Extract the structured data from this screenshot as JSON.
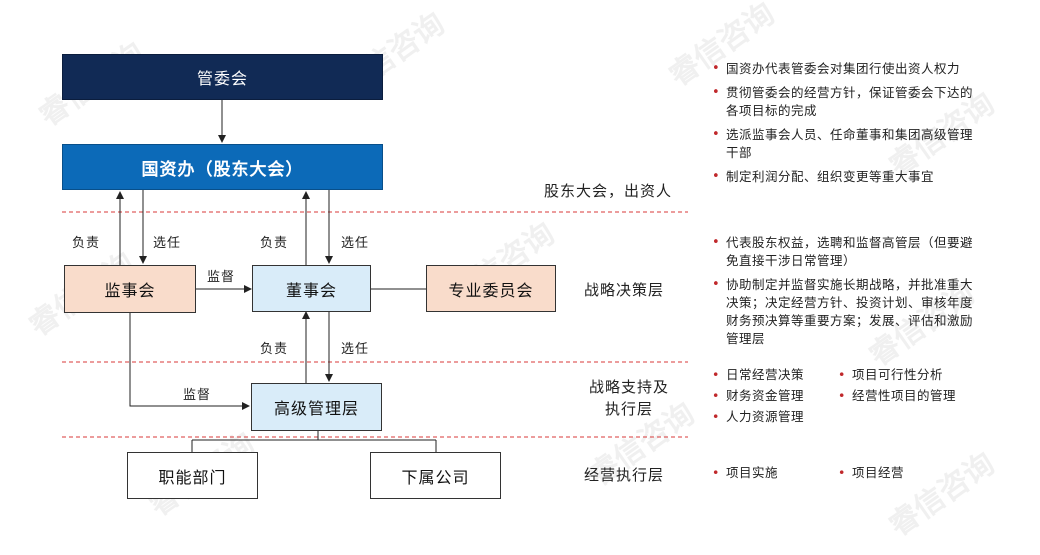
{
  "boxes": {
    "guanweihui": "管委会",
    "guoziban": "国资办（股东大会）",
    "jianshihui": "监事会",
    "dongshihui": "董事会",
    "zhuanye": "专业委员会",
    "gaoji": "高级管理层",
    "zhineng": "职能部门",
    "xiashu": "下属公司"
  },
  "edge_labels": {
    "fuze_1": "负责",
    "xuanren_1": "选任",
    "fuze_2": "负责",
    "xuanren_2": "选任",
    "jiandu_1": "监督",
    "fuze_3": "负责",
    "xuanren_3": "选任",
    "jiandu_2": "监督"
  },
  "layers": {
    "l1": "股东大会，出资人",
    "l2": "战略决策层",
    "l3_line1": "战略支持及",
    "l3_line2": "执行层",
    "l4": "经营执行层"
  },
  "notes": {
    "shareholder": [
      "国资办代表管委会对集团行使出资人权力",
      "贯彻管委会的经营方针，保证管委会下达的各项目标的完成",
      "选派监事会人员、任命董事和集团高级管理干部",
      "制定利润分配、组织变更等重大事宜"
    ],
    "strategy": [
      "代表股东权益，选聘和监督高管层（但要避免直接干涉日常管理）",
      "协助制定并监督实施长期战略，并批准重大决策；决定经营方针、投资计划、审核年度财务预决算等重要方案；发展、评估和激励管理层"
    ],
    "support": {
      "a": "日常经营决策",
      "b": "项目可行性分析",
      "c": "财务资金管理",
      "d": "经营性项目的管理",
      "e": "人力资源管理"
    },
    "operation": {
      "a": "项目实施",
      "b": "项目经营"
    }
  },
  "watermark": "睿信咨询",
  "colors": {
    "navy": "#112a55",
    "blue": "#0c6ab8",
    "light_blue": "#d9ecf9",
    "peach": "#f9dccb",
    "divider_red": "#d93a3a",
    "bullet_red": "#c0282b"
  }
}
